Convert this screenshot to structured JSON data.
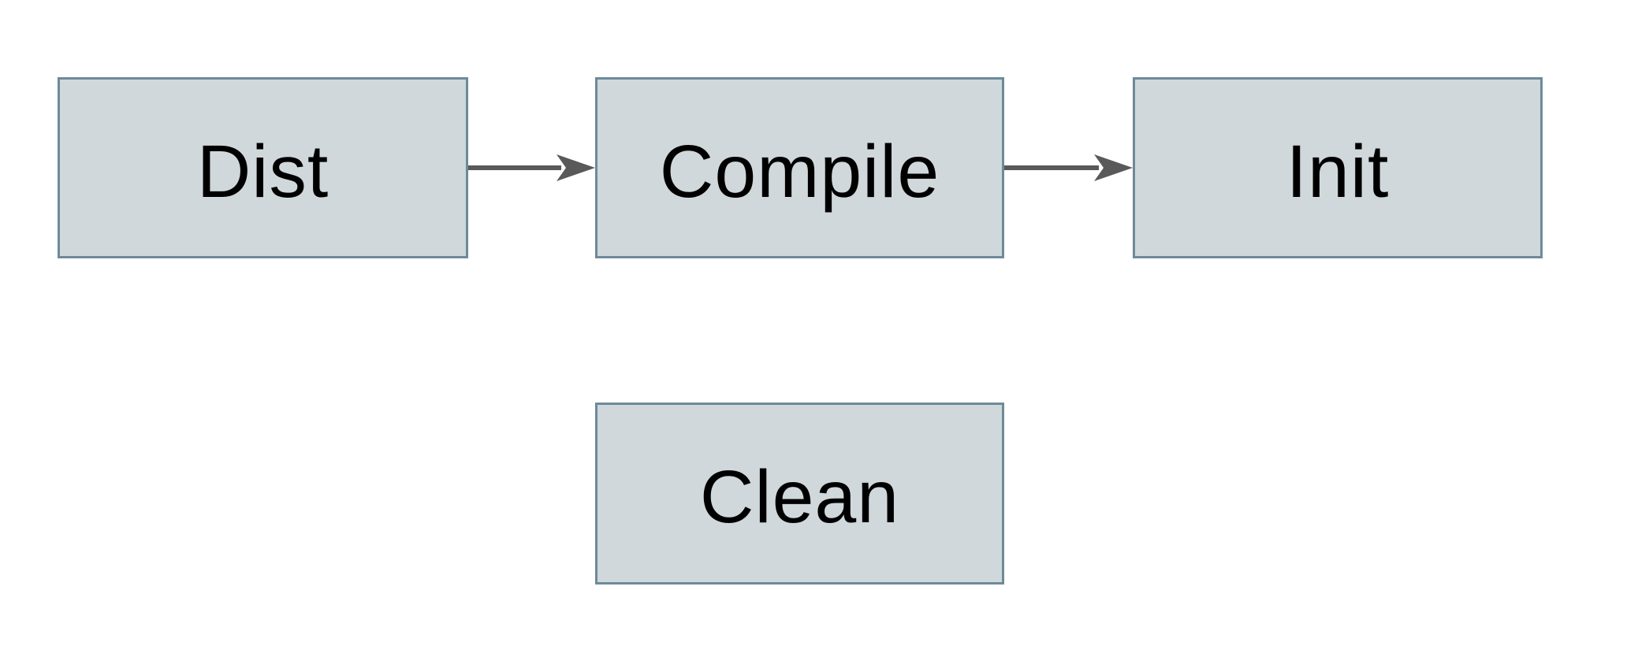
{
  "diagram": {
    "type": "flowchart",
    "background_color": "#ffffff",
    "node_fill_color": "#d0d8dc",
    "node_border_color": "#6d8a99",
    "arrow_color": "#595959",
    "text_color": "#000000",
    "nodes": [
      {
        "id": "dist",
        "label": "Dist"
      },
      {
        "id": "compile",
        "label": "Compile"
      },
      {
        "id": "init",
        "label": "Init"
      },
      {
        "id": "clean",
        "label": "Clean"
      }
    ],
    "edges": [
      {
        "from": "dist",
        "to": "compile"
      },
      {
        "from": "compile",
        "to": "init"
      }
    ]
  }
}
